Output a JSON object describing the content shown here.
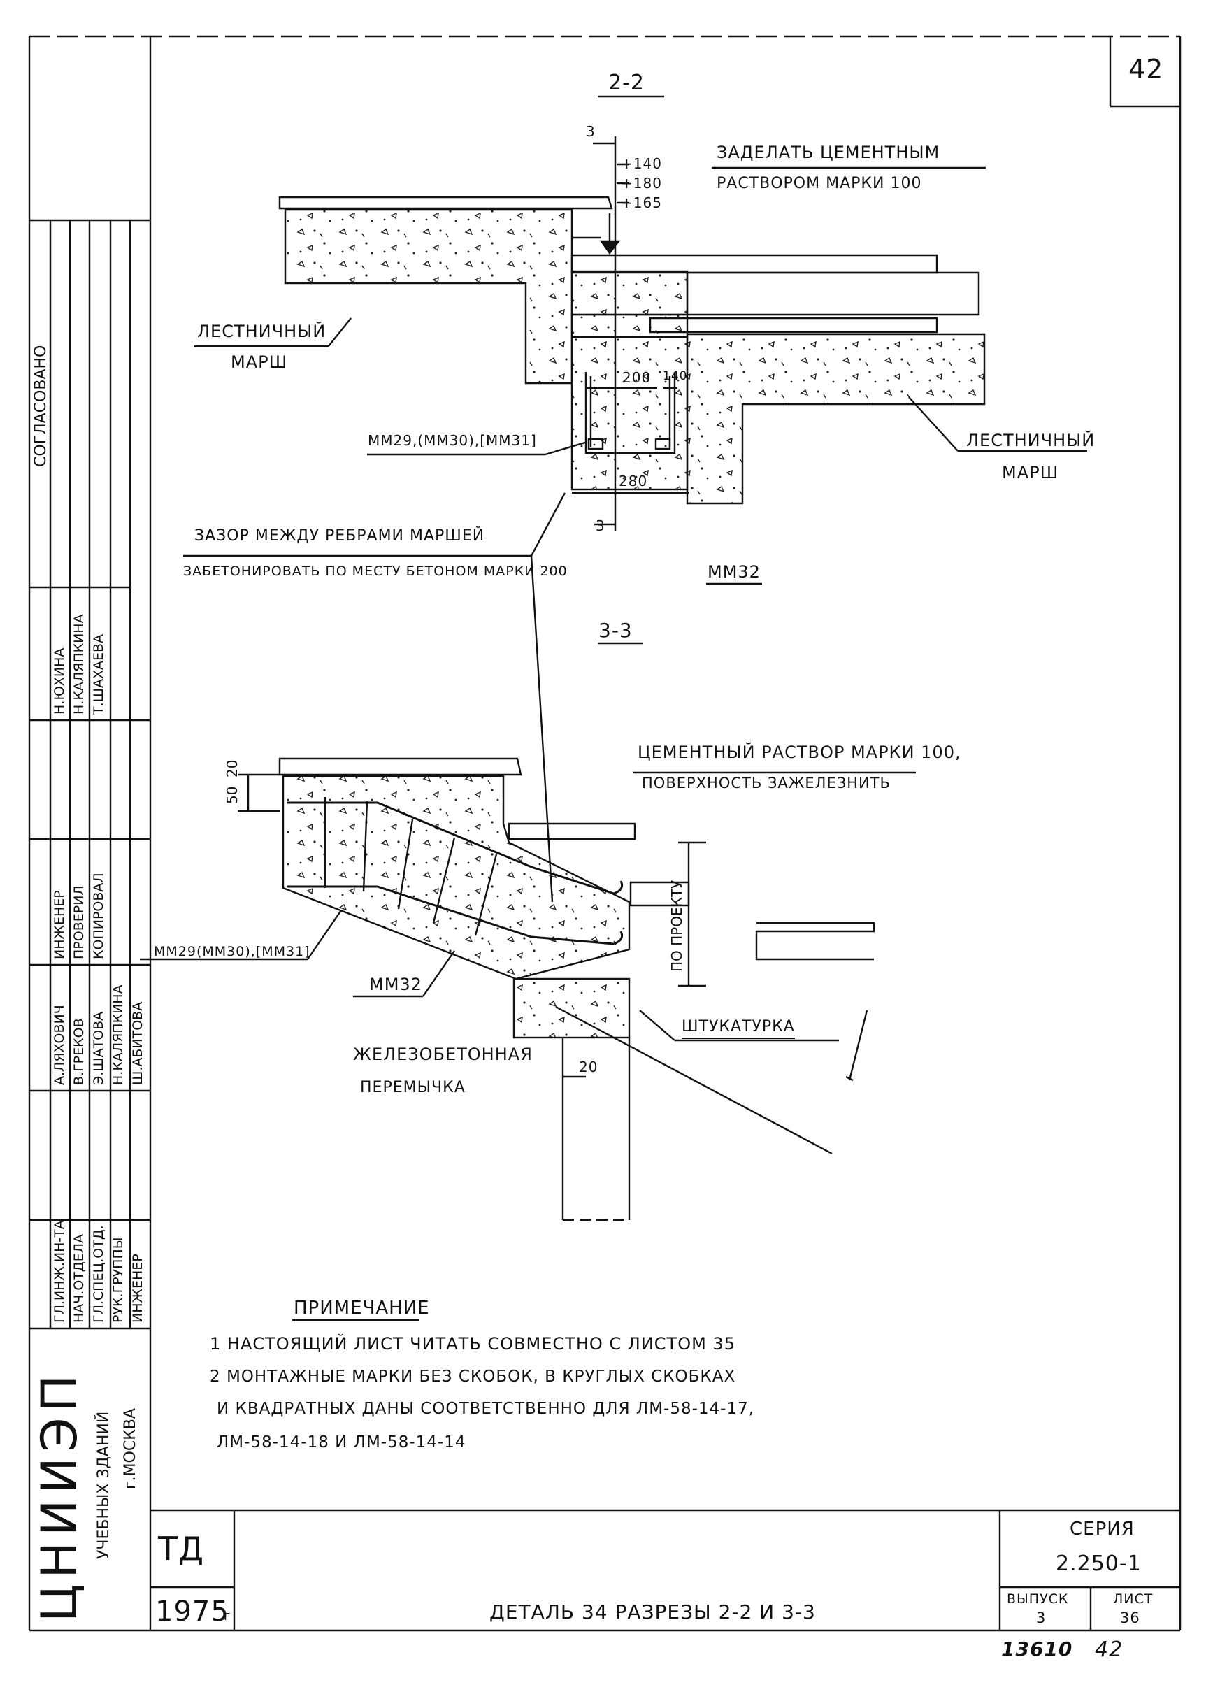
{
  "sheet_number": "42",
  "section_2_2": {
    "title": "2-2",
    "seal_note_line1": "ЗАДЕЛАТЬ ЦЕМЕНТНЫМ",
    "seal_note_line2": "РАСТВОРОМ МАРКИ 100",
    "dim_3_top": "3",
    "level_1": "+140",
    "level_2": "+180",
    "level_3": "+165",
    "flight_left_line1": "ЛЕСТНИЧНЫЙ",
    "flight_left_line2": "МАРШ",
    "flight_right_line1": "ЛЕСТНИЧНЫЙ",
    "flight_right_line2": "МАРШ",
    "dim_200": "200",
    "dim_140": "140",
    "dim_280": "280",
    "dim_3_bottom": "3",
    "marks": "ММ29,(ММ30),[ММ31]",
    "gap_note_line1": "ЗАЗОР МЕЖДУ РЕБРАМИ МАРШЕЙ",
    "gap_note_line2": "ЗАБЕТОНИРОВАТЬ ПО МЕСТУ БЕТОНОМ МАРКИ 200",
    "mm32": "ММ32"
  },
  "section_3_3": {
    "title": "3-3",
    "mortar_line1": "ЦЕМЕНТНЫЙ РАСТВОР МАРКИ 100,",
    "mortar_line2": "ПОВЕРХНОСТЬ ЗАЖЕЛЕЗНИТЬ",
    "dim_50": "50",
    "dim_20a": "20",
    "by_project": "ПО ПРОЕКТУ",
    "marks": "ММ29(ММ30),[ММ31]",
    "mm32": "ММ32",
    "plaster": "ШТУКАТУРКА",
    "lintel_line1": "ЖЕЛЕЗОБЕТОННАЯ",
    "lintel_line2": "ПЕРЕМЫЧКА",
    "dim_20b": "20"
  },
  "notes": {
    "title": "ПРИМЕЧАНИЕ",
    "line1": "1 НАСТОЯЩИЙ ЛИСТ ЧИТАТЬ СОВМЕСТНО С ЛИСТОМ 35",
    "line2": "2 МОНТАЖНЫЕ МАРКИ БЕЗ СКОБОК, В КРУГЛЫХ СКОБКАХ",
    "line3": "И КВАДРАТНЫХ ДАНЫ СООТВЕТСТВЕННО ДЛЯ ЛМ-58-14-17,",
    "line4": "ЛМ-58-14-18 И ЛМ-58-14-14"
  },
  "side_stamp": {
    "agreed": "СОГЛАСОВАНО",
    "c1": "Н.ЮХИНА",
    "c2": "Н.КАЛЯПКИНА",
    "c3": "Т.ШАХАЕВА",
    "r1": "ИНЖЕНЕР",
    "r2": "ПРОВЕРИЛ",
    "r3": "КОПИРОВАЛ",
    "n1": "А.ЛЯХОВИЧ",
    "n2": "В.ГРЕКОВ",
    "n3": "Э.ШАТОВА",
    "n4": "Н.КАЛЯПКИНА",
    "n5": "Ш.АБИТОВА",
    "p1": "ГЛ.ИНЖ.ИН-ТА",
    "p2": "НАЧ.ОТДЕЛА",
    "p3": "ГЛ.СПЕЦ.ОТД.",
    "p4": "РУК.ГРУППЫ",
    "p5": "ИНЖЕНЕР",
    "org": "ЦНИИЭП",
    "org_sub1": "УЧЕБНЫХ ЗДАНИЙ",
    "org_sub2": "г.МОСКВА"
  },
  "title_block": {
    "td": "ТД",
    "year": "1975",
    "year_suffix": "г",
    "title": "ДЕТАЛЬ 34   РАЗРЕЗЫ 2-2 И 3-3",
    "series_label": "СЕРИЯ",
    "series_value": "2.250-1",
    "issue_label": "ВЫПУСК",
    "issue_value": "3",
    "sheet_label": "ЛИСТ",
    "sheet_value": "36"
  },
  "footer": {
    "archive": "13610",
    "page": "42"
  }
}
